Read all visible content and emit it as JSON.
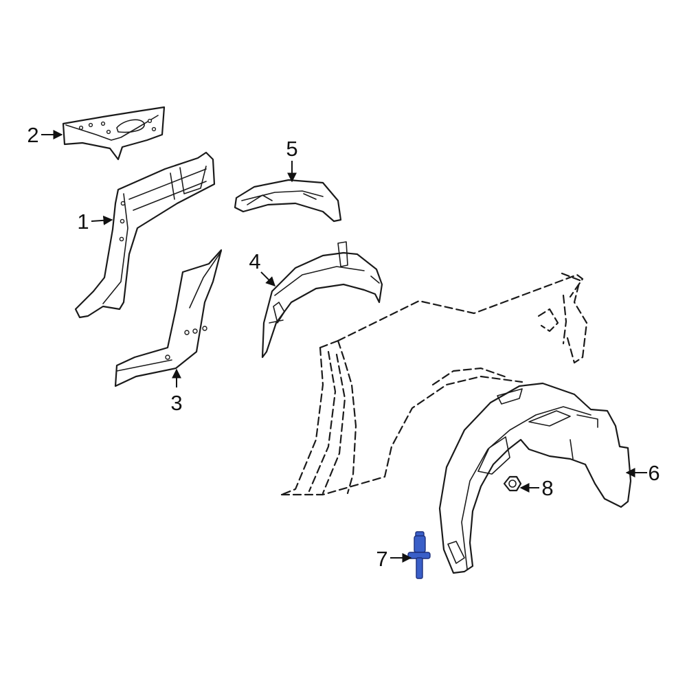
{
  "callouts": {
    "c1": "1",
    "c2": "2",
    "c3": "3",
    "c4": "4",
    "c5": "5",
    "c6": "6",
    "c7": "7",
    "c8": "8"
  },
  "colors": {
    "line": "#1a1a1a",
    "highlight": "#3a5fc8"
  },
  "highlighted_part": "7"
}
